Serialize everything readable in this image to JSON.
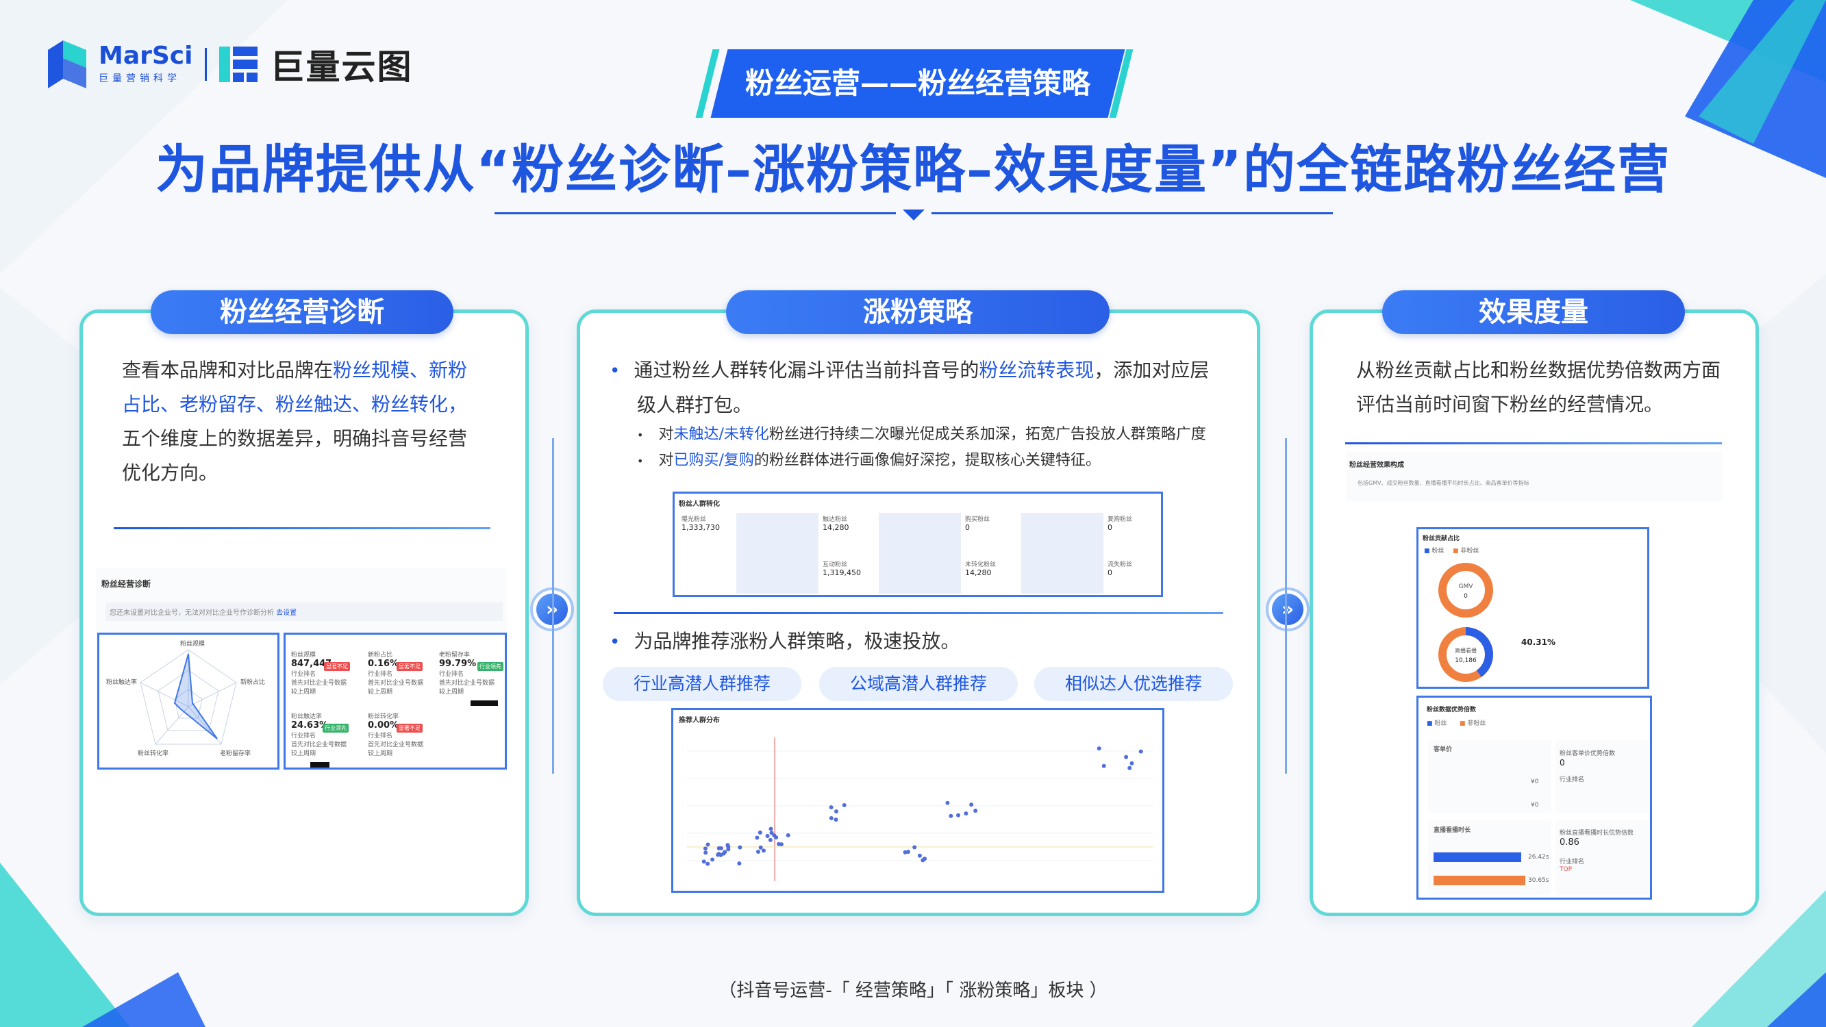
{
  "header": {
    "logo_en": "MarSci",
    "logo_sub": "巨量营销科学",
    "logo2_text": "巨量云图",
    "tag": "粉丝运营——粉丝经营策略",
    "title": "为品牌提供从“粉丝诊断–涨粉策略–效果度量”的全链路粉丝经营"
  },
  "colors": {
    "primary": "#1f56e0",
    "accent": "#5fd9d6",
    "pill_bg": "#e7f0fc"
  },
  "left_card": {
    "label": "粉丝经营诊断",
    "text_lines": [
      [
        "查看本品牌和对比品牌在",
        "粉丝规模、新粉"
      ],
      [
        "占比、老粉留存、粉丝触达、粉丝转化，"
      ],
      [
        "五个维度上的数据差异，明确抖音号经营"
      ],
      [
        "优化方向。"
      ]
    ],
    "mini": {
      "title": "粉丝经营诊断",
      "note": "您还未设置对比企业号，无法对对比企业号作诊断分析",
      "note_link": "去设置",
      "radar_labels": [
        "粉丝规模",
        "新粉占比",
        "老粉留存率",
        "粉丝转化率",
        "粉丝触达率"
      ],
      "metrics": [
        {
          "name": "粉丝规模",
          "value": "847,447",
          "badge": "显著不足",
          "rows": [
            "行业排名",
            "首先对比企业号数据",
            "较上周期"
          ]
        },
        {
          "name": "新粉占比",
          "value": "0.16%",
          "badge": "显著不足",
          "rows": [
            "行业排名",
            "首先对比企业号数据",
            "较上周期"
          ]
        },
        {
          "name": "老粉留存率",
          "value": "99.79%",
          "badge": "行业领先",
          "rows": [
            "行业排名",
            "首先对比企业号数据",
            "较上周期"
          ]
        },
        {
          "name": "粉丝触达率",
          "value": "24.63%",
          "badge": "行业领先",
          "rows": [
            "行业排名",
            "首先对比企业号数据",
            "较上周期"
          ]
        },
        {
          "name": "粉丝转化率",
          "value": "0.00%",
          "badge": "显著不足",
          "rows": [
            "行业排名",
            "首先对比企业号数据",
            "较上周期"
          ]
        }
      ]
    }
  },
  "middle_card": {
    "label": "涨粉策略",
    "bullet1_parts": [
      "通过粉丝人群转化漏斗评估当前抖音号的",
      "粉丝流转表现",
      "，添加对应层"
    ],
    "bullet1_line2": "级人群打包。",
    "sub1": [
      "对",
      "未触达/未转化",
      "粉丝进行持续二次曝光促成关系加深，拓宽广告投放人群策略广度"
    ],
    "sub2": [
      "对",
      "已购买/复购",
      "的粉丝群体进行画像偏好深挖，提取核心关键特征。"
    ],
    "funnel": {
      "title": "粉丝人群转化",
      "cells": [
        {
          "label": "曝光粉丝",
          "value": "1,333,730"
        },
        {
          "label": "触达粉丝",
          "value": "14,280"
        },
        {
          "label": "购买粉丝",
          "value": "0"
        },
        {
          "label": "复购粉丝",
          "value": "0"
        },
        {
          "label": "互动粉丝",
          "value": "1,319,450"
        },
        {
          "label": "未转化粉丝",
          "value": "14,280"
        },
        {
          "label": "流失粉丝",
          "value": "0"
        }
      ]
    },
    "bullet2": "为品牌推荐涨粉人群策略，极速投放。",
    "pills": [
      "行业高潜人群推荐",
      "公域高潜人群推荐",
      "相似达人优选推荐"
    ],
    "scatter_title": "推荐人群分布"
  },
  "right_card": {
    "label": "效果度量",
    "text_lines": [
      "从粉丝贡献占比和粉丝数据优势倍数两方面",
      "评估当前时间窗下粉丝的经营情况。"
    ],
    "mini_header": "粉丝经营效果构成",
    "mini_header_note": "包括GMV、成交粉丝数量、直播看播平均时长占比、商品客单价等指标",
    "donut_title": "粉丝贡献占比",
    "donut_legend": [
      "粉丝",
      "非粉丝"
    ],
    "donut1": {
      "label": "GMV",
      "value": "0"
    },
    "donut2": {
      "label": "直播看播",
      "value": "10,186"
    },
    "donut2_side_value": "40.31%",
    "advantage_title": "粉丝数据优势倍数",
    "adv_blocks": [
      {
        "name": "客单价",
        "v1": "¥0",
        "v2": "¥0"
      },
      {
        "name": "粉丝客单价优势倍数",
        "value": "0",
        "note": "行业排名"
      },
      {
        "name": "直播看播时长",
        "v1": "26.42s",
        "v2": "30.65s"
      },
      {
        "name": "粉丝直播看播时长优势倍数",
        "value": "0.86",
        "note": "行业排名",
        "badge": "TOP"
      }
    ]
  },
  "footer": "（抖音号运营-「 经营策略」「 涨粉策略」板块 ）"
}
